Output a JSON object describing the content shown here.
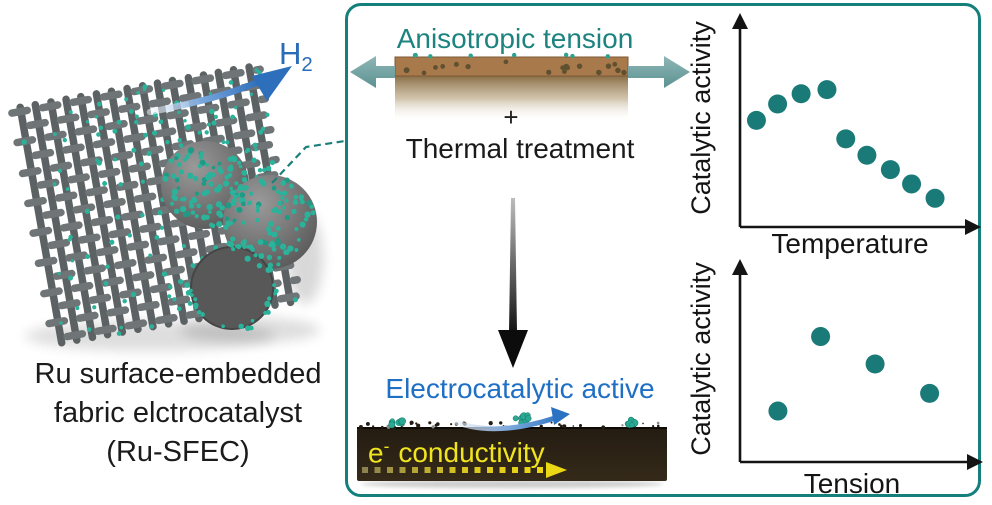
{
  "figure": {
    "type": "graphical-abstract",
    "background": "#ffffff"
  },
  "left_panel": {
    "h2": {
      "main": "H",
      "sub": "2"
    },
    "caption_lines": [
      "Ru surface-embedded",
      "fabric elctrocatalyst",
      "(Ru-SFEC)"
    ]
  },
  "process_box": {
    "step1_title": "Anisotropic tension",
    "plus_sign": "+",
    "step2_title": "Thermal treatment",
    "result_title": "Electrocatalytic active",
    "conductivity_label": {
      "e": "e",
      "sup": "-",
      "rest": "conductivity"
    }
  },
  "chart_data": [
    {
      "type": "scatter",
      "xlabel": "Temperature",
      "ylabel": "Catalytic activity",
      "x": [
        7,
        16,
        26,
        37,
        45,
        54,
        64,
        73,
        83
      ],
      "y": [
        52,
        60,
        65,
        67,
        43,
        35,
        28,
        21,
        14
      ],
      "x_range": [
        0,
        100
      ],
      "y_range": [
        0,
        100
      ],
      "grid": false,
      "tick_labels": false,
      "legend": false,
      "point_color": "#1a7a78",
      "marker": "circle",
      "marker_radius_px": 9.5,
      "trend": "activity rises to a peak then declines with temperature"
    },
    {
      "type": "scatter",
      "xlabel": "Tension",
      "ylabel": "Catalytic activity",
      "x": [
        16,
        34,
        57,
        80
      ],
      "y": [
        26,
        64,
        50,
        35
      ],
      "x_range": [
        0,
        100
      ],
      "y_range": [
        0,
        100
      ],
      "grid": false,
      "tick_labels": false,
      "legend": false,
      "point_color": "#1a7a78",
      "marker": "circle",
      "marker_radius_px": 9.5,
      "trend": "low at small tension, peaks at moderate tension, then declines"
    }
  ],
  "colors": {
    "box_border_teal": "#157f7b",
    "title_teal": "#1d837f",
    "scatter_dot_teal": "#1a7a78",
    "nanoparticle_teal": "#2bb29a",
    "h2_blue": "#2b6cb8",
    "electro_blue": "#1f6fc4",
    "fabric_band_brown": "#a87a4b",
    "substrate_dark": "#241c12",
    "conductivity_yellow": "#f0e41f",
    "tension_arrow_teal_gray": "#6fa1a1"
  },
  "icons": {
    "h2_release_arrow": "curved blue arrow up-right",
    "tension_arrows": "teal arrows pulling outward left and right",
    "process_down_arrow": "black tapered arrow pointing down",
    "spillover_arrow": "small curved blue arrow",
    "electron_flow_arrow": "yellow dashed arrow pointing right",
    "zoom_link_line": "teal dashed connector line"
  }
}
